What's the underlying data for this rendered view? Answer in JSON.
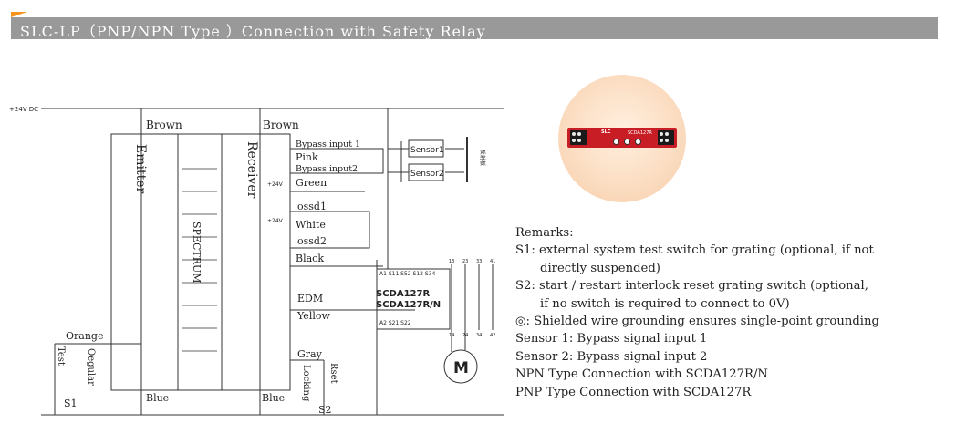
{
  "header": {
    "title": "SLC-LP（PNP/NPN Type ）Connection with Safety Relay"
  },
  "diagram": {
    "supply": "+24V DC",
    "brown_left": "Brown",
    "brown_right": "Brown",
    "emitter": "Emitter",
    "receiver": "Receiver",
    "spectrum": "SPECTRUM",
    "bypass1": "Bypass input 1",
    "pink": "Pink",
    "bypass2": "Bypass input2",
    "green": "Green",
    "ossd1": "ossd1",
    "white": "White",
    "ossd2": "ossd2",
    "black": "Black",
    "edm": "EDM",
    "yellow": "Yellow",
    "gray": "Gray",
    "orange": "Orange",
    "blue_left": "Blue",
    "blue_right": "Blue",
    "test": "Test",
    "oegular": "Oegular",
    "s1": "S1",
    "locking": "Locking",
    "rset": "Rset",
    "s2": "S2",
    "v24a": "+24V",
    "v24b": "+24V",
    "sensor1": "Sensor1",
    "sensor2": "Sensor2",
    "reflector": "反射板",
    "relay": {
      "top_terms": "A1 S11 S52 S12 S34",
      "model1": "SCDA127R",
      "model2": "SCDA127R/N",
      "bottom_terms": "A2 S21 S22",
      "t13": "13",
      "t23": "23",
      "t33": "33",
      "t41": "41",
      "t14": "14",
      "t24": "24",
      "t34": "34",
      "t42": "42"
    },
    "motor": "M"
  },
  "module": {
    "logo": "SLC",
    "model": "SCDA127R"
  },
  "remarks": {
    "title": "Remarks:",
    "s1_line1": "S1: external system test switch for grating (optional, if not",
    "s1_line2": "directly suspended)",
    "s2_line1": "S2: start / restart interlock reset grating switch (optional,",
    "s2_line2": "if no switch is required to connect to 0V)",
    "shield": "◎: Shielded wire grounding ensures single-point grounding",
    "sensor1": "Sensor 1: Bypass signal input 1",
    "sensor2": "Sensor 2: Bypass signal input 2",
    "npn": "NPN Type Connection with SCDA127R/N",
    "pnp": "PNP Type Connection with SCDA127R"
  }
}
